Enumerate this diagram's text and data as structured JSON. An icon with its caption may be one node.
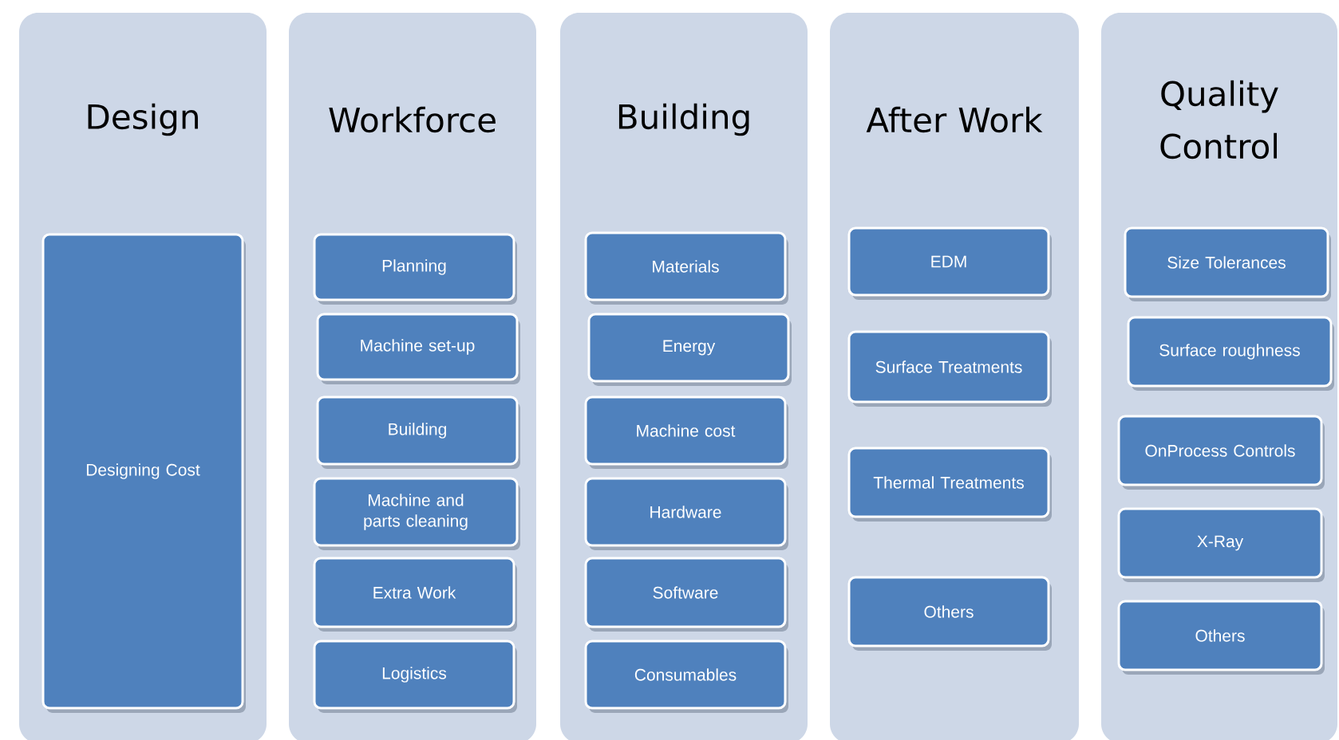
{
  "diagram": {
    "nodes": [
      {
        "text": [
          "Design"
        ]
      },
      {
        "text": [
          "Designing Cost"
        ],
        "in": 0
      },
      {
        "text": [
          "Workforce"
        ]
      },
      {
        "text": [
          "Planning"
        ],
        "in": 2
      },
      {
        "text": [
          "Machine set-up"
        ],
        "in": 2
      },
      {
        "text": [
          "Building"
        ],
        "in": 2
      },
      {
        "text": [
          "Machine and parts cleaning"
        ],
        "in": 2
      },
      {
        "text": [
          "Extra Work"
        ],
        "in": 2
      },
      {
        "text": [
          "Logistics"
        ],
        "in": 2
      },
      {
        "text": [
          "Building"
        ]
      },
      {
        "text": [
          "Materials"
        ],
        "in": 9
      },
      {
        "text": [
          "Energy"
        ],
        "in": 9
      },
      {
        "text": [
          "Machine cost"
        ],
        "in": 9
      },
      {
        "text": [
          "Hardware"
        ],
        "in": 9
      },
      {
        "text": [
          "Software"
        ],
        "in": 9
      },
      {
        "text": [
          "Consumables"
        ],
        "in": 9
      },
      {
        "text": [
          "After Work"
        ]
      },
      {
        "text": [
          "EDM"
        ],
        "in": 16
      },
      {
        "text": [
          "Surface Treatments"
        ],
        "in": 16
      },
      {
        "text": [
          "Thermal Treatments"
        ],
        "in": 16
      },
      {
        "text": [
          "Others"
        ],
        "in": 16
      },
      {
        "text": [
          "Quality Control"
        ]
      },
      {
        "text": [
          "Size Tolerances"
        ],
        "in": 21
      },
      {
        "text": [
          "Surface roughness"
        ],
        "in": 21
      },
      {
        "text": [
          "OnProcess Controls"
        ],
        "in": 21
      },
      {
        "text": [
          "X-Ray"
        ],
        "in": 21
      },
      {
        "text": [
          "Others"
        ],
        "in": 21
      }
    ]
  }
}
